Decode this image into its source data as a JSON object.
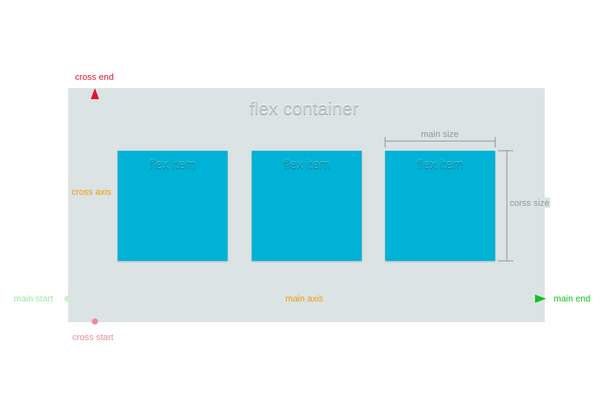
{
  "container": {
    "title": "flex container"
  },
  "items": [
    {
      "label": "flex item"
    },
    {
      "label": "flex item"
    },
    {
      "label": "flex item"
    }
  ],
  "axes": {
    "cross_end": "cross end",
    "cross_axis": "cross axis",
    "cross_start": "cross start",
    "main_start": "main start",
    "main_axis": "main axis",
    "main_end": "main end"
  },
  "dimensions": {
    "main_size": "main size",
    "cross_size": "corss size"
  },
  "colors": {
    "container_background": "#dbe3e4",
    "item_fill": "#00b2d5",
    "cross_axis_line": "#f0606f",
    "cross_end_arrow": "#e0142f",
    "main_axis_line": "#14c21a",
    "axis_label": "#f39a05",
    "dimension_line": "#6f8f86"
  }
}
